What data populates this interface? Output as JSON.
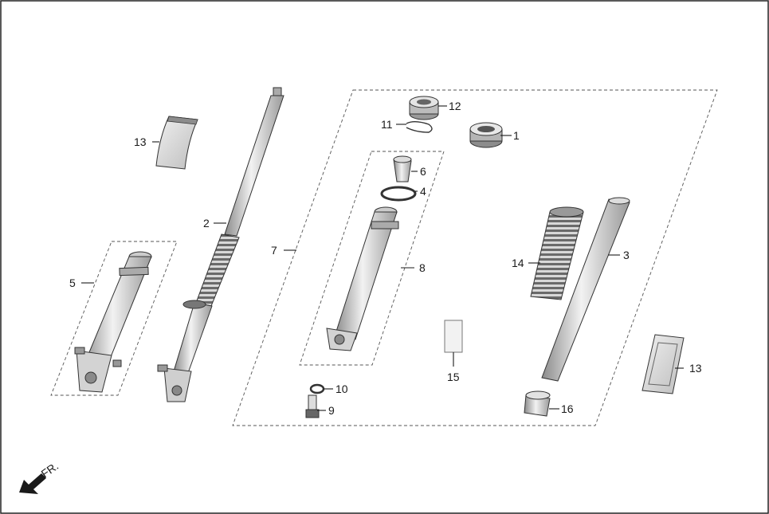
{
  "diagram": {
    "direction_label": "FR.",
    "callouts": [
      {
        "id": "c1",
        "text": "1"
      },
      {
        "id": "c2",
        "text": "2"
      },
      {
        "id": "c3",
        "text": "3"
      },
      {
        "id": "c4",
        "text": "4"
      },
      {
        "id": "c5",
        "text": "5"
      },
      {
        "id": "c6",
        "text": "6"
      },
      {
        "id": "c7",
        "text": "7"
      },
      {
        "id": "c8",
        "text": "8"
      },
      {
        "id": "c9",
        "text": "9"
      },
      {
        "id": "c10",
        "text": "10"
      },
      {
        "id": "c11",
        "text": "11"
      },
      {
        "id": "c12",
        "text": "12"
      },
      {
        "id": "c13a",
        "text": "13"
      },
      {
        "id": "c13b",
        "text": "13"
      },
      {
        "id": "c14",
        "text": "14"
      },
      {
        "id": "c15",
        "text": "15"
      },
      {
        "id": "c16",
        "text": "16"
      }
    ]
  }
}
